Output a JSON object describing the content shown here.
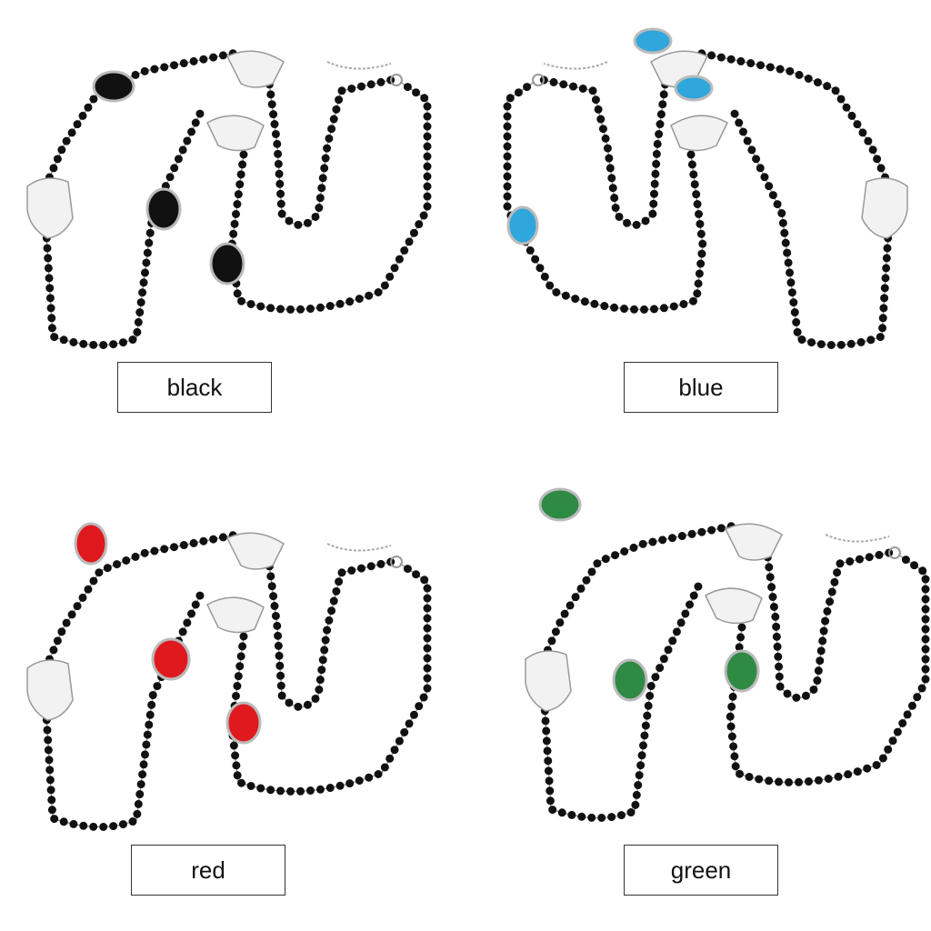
{
  "variants": [
    {
      "label": "black",
      "stone_color": "#111111"
    },
    {
      "label": "blue",
      "stone_color": "#2fa6dc"
    },
    {
      "label": "red",
      "stone_color": "#e0191e"
    },
    {
      "label": "green",
      "stone_color": "#2f8a44"
    }
  ]
}
